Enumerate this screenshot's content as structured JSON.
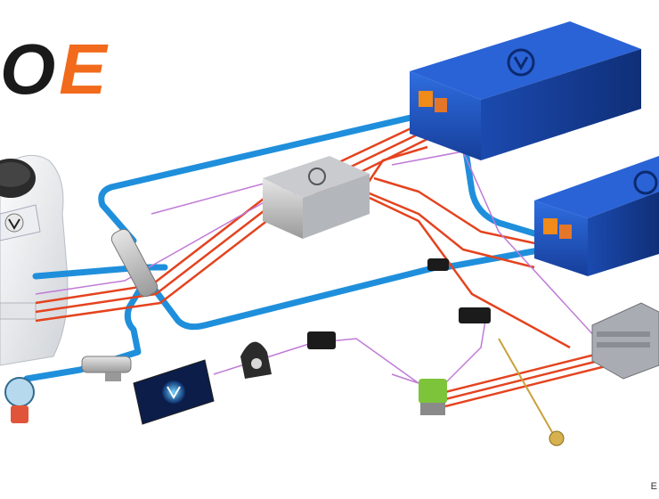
{
  "logo": {
    "text_dark": "O",
    "text_accent": "E",
    "accent_color": "#f26a1b"
  },
  "corner_text": "E",
  "colors": {
    "coolant": "#1f8fdc",
    "hv_cable": "#e4431f",
    "signal": "#c07ad6",
    "battery_blue": "#1a4fb8",
    "connector_orange": "#f08a19",
    "display_glow": "#2aa8ff",
    "junction_green": "#7ec43b"
  },
  "components": [
    {
      "name": "electric-motor",
      "icon": "outboard-motor-icon"
    },
    {
      "name": "battery-pack-1",
      "icon": "battery-icon"
    },
    {
      "name": "battery-pack-2",
      "icon": "battery-icon"
    },
    {
      "name": "junction-box",
      "icon": "junction-box-icon"
    },
    {
      "name": "coolant-manifold",
      "icon": "manifold-icon"
    },
    {
      "name": "inverter",
      "icon": "inverter-icon"
    },
    {
      "name": "display",
      "icon": "display-icon"
    },
    {
      "name": "throttle",
      "icon": "throttle-icon"
    },
    {
      "name": "coolant-pump",
      "icon": "pump-icon"
    },
    {
      "name": "water-strainer",
      "icon": "strainer-icon"
    }
  ]
}
